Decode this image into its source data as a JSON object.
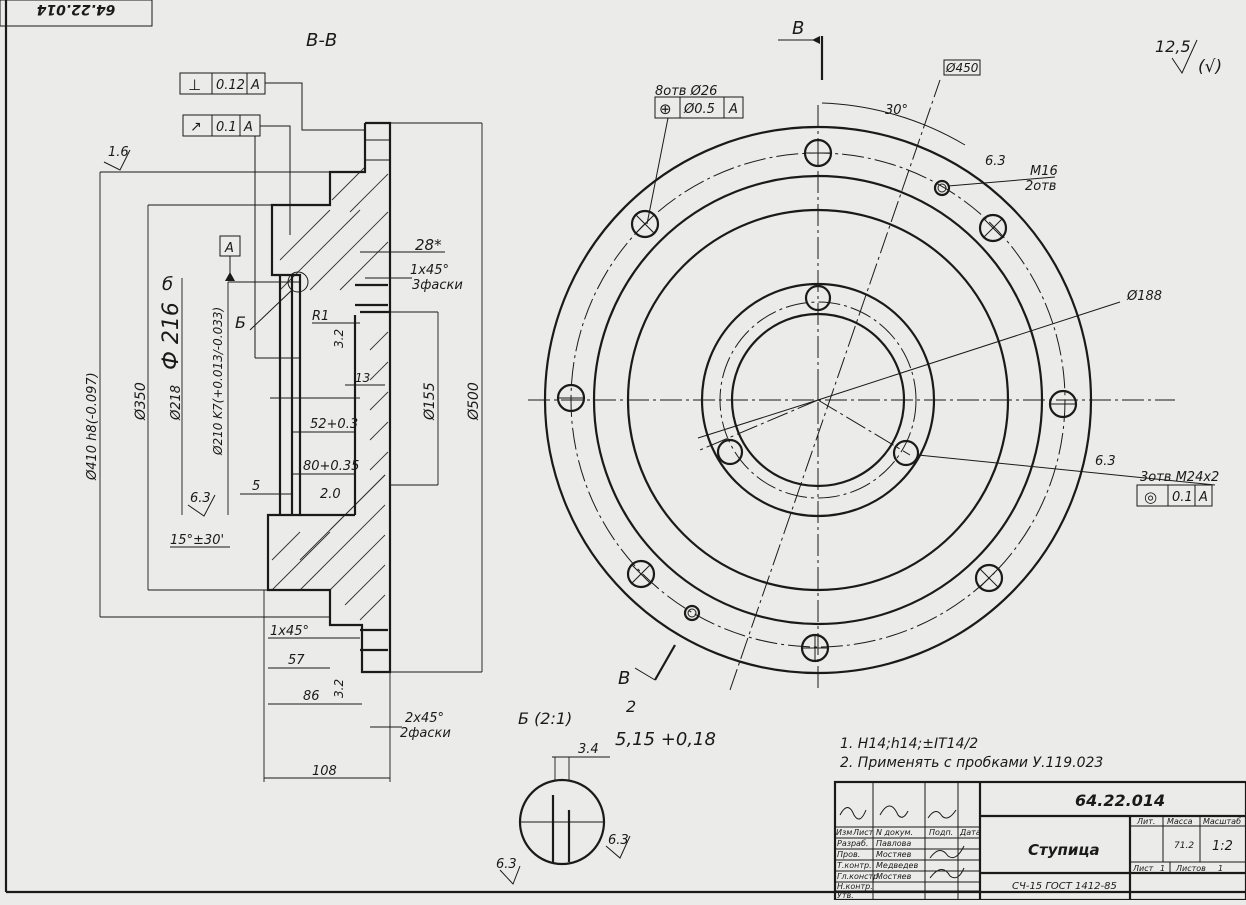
{
  "sheet": {
    "corner_code": "64.22.014",
    "scale_mark": "12,5",
    "scale_paren": "(√)"
  },
  "section_view": {
    "title": "В-В",
    "tol_perp_symbol": "⊥",
    "tol_perp_value": "0.12",
    "tol_perp_datum": "A",
    "tol_runout_symbol": "↗",
    "tol_runout_value": "0.1",
    "tol_runout_datum": "A",
    "datum_label": "A",
    "detail_ref": "Б",
    "circle_mark_1": "б",
    "dims": {
      "rough_top": "1.6",
      "d410": "Ø410 h8(-0.097)",
      "d350": "Ø350",
      "d218": "Ø218",
      "d216_hand": "Ф 216",
      "d210": "Ø210 K7(+0.013/-0.033)",
      "d155": "Ø155",
      "d500": "Ø500",
      "d28": "28*",
      "chamfer1": "1x45°",
      "chamfer1_count": "3фаски",
      "r1": "R1",
      "rough32": "3.2",
      "d13": "13",
      "d52": "52+0.3",
      "d80": "80+0.35",
      "d20": "2.0",
      "d5": "5",
      "rough63": "6.3",
      "angle": "15°±30'",
      "chamfer2": "1x45°",
      "d57": "57",
      "d86": "86",
      "rough32b": "3.2",
      "chamfer3": "2x45°",
      "chamfer3_count": "2фаски",
      "d108": "108"
    }
  },
  "front_view": {
    "cut_label": "В",
    "cut_label_bottom": "В",
    "holes_label": "8отв Ø26",
    "pos_symbol": "⊕",
    "pos_value": "Ø0.5",
    "pos_datum": "A",
    "d450": "Ø450",
    "angle30": "30°",
    "rough63a": "6.3",
    "m16": "M16",
    "m16_count": "2отв",
    "d188": "Ø188",
    "rough63b": "6.3",
    "m24": "3отв M24x2",
    "conc_symbol": "◎",
    "conc_value": "0.1",
    "conc_datum": "A",
    "circle_mark_2": "2"
  },
  "detail_view": {
    "title": "Б (2:1)",
    "d34": "3.4",
    "d515": "5,15 +0,18",
    "rough_left": "6.3",
    "rough_right": "6.3"
  },
  "notes": [
    "1. H14;h14;±IT14/2",
    "2. Применять с пробками У.119.023"
  ],
  "title_block": {
    "doc_number": "64.22.014",
    "part_name": "Ступица",
    "material": "СЧ-15 ГОСТ 1412-85",
    "col_lit": "Лит.",
    "col_mass": "Масса",
    "col_scale": "Масштаб",
    "mass": "71.2",
    "scale": "1:2",
    "sheet_label": "Лист",
    "sheet_no": "1",
    "sheets_label": "Листов",
    "sheets_no": "1",
    "hdr_izm": "Изм",
    "hdr_list": "Лист",
    "hdr_doc": "N докум.",
    "hdr_sign": "Подп.",
    "hdr_date": "Дата",
    "roles": [
      {
        "role": "Разраб.",
        "name": "Павлова"
      },
      {
        "role": "Пров.",
        "name": "Мостяев"
      },
      {
        "role": "Т.контр.",
        "name": "Медведев"
      },
      {
        "role": "Гл.констр.",
        "name": "Мостяев"
      },
      {
        "role": "Н.контр.",
        "name": ""
      },
      {
        "role": "Утв.",
        "name": ""
      }
    ]
  }
}
